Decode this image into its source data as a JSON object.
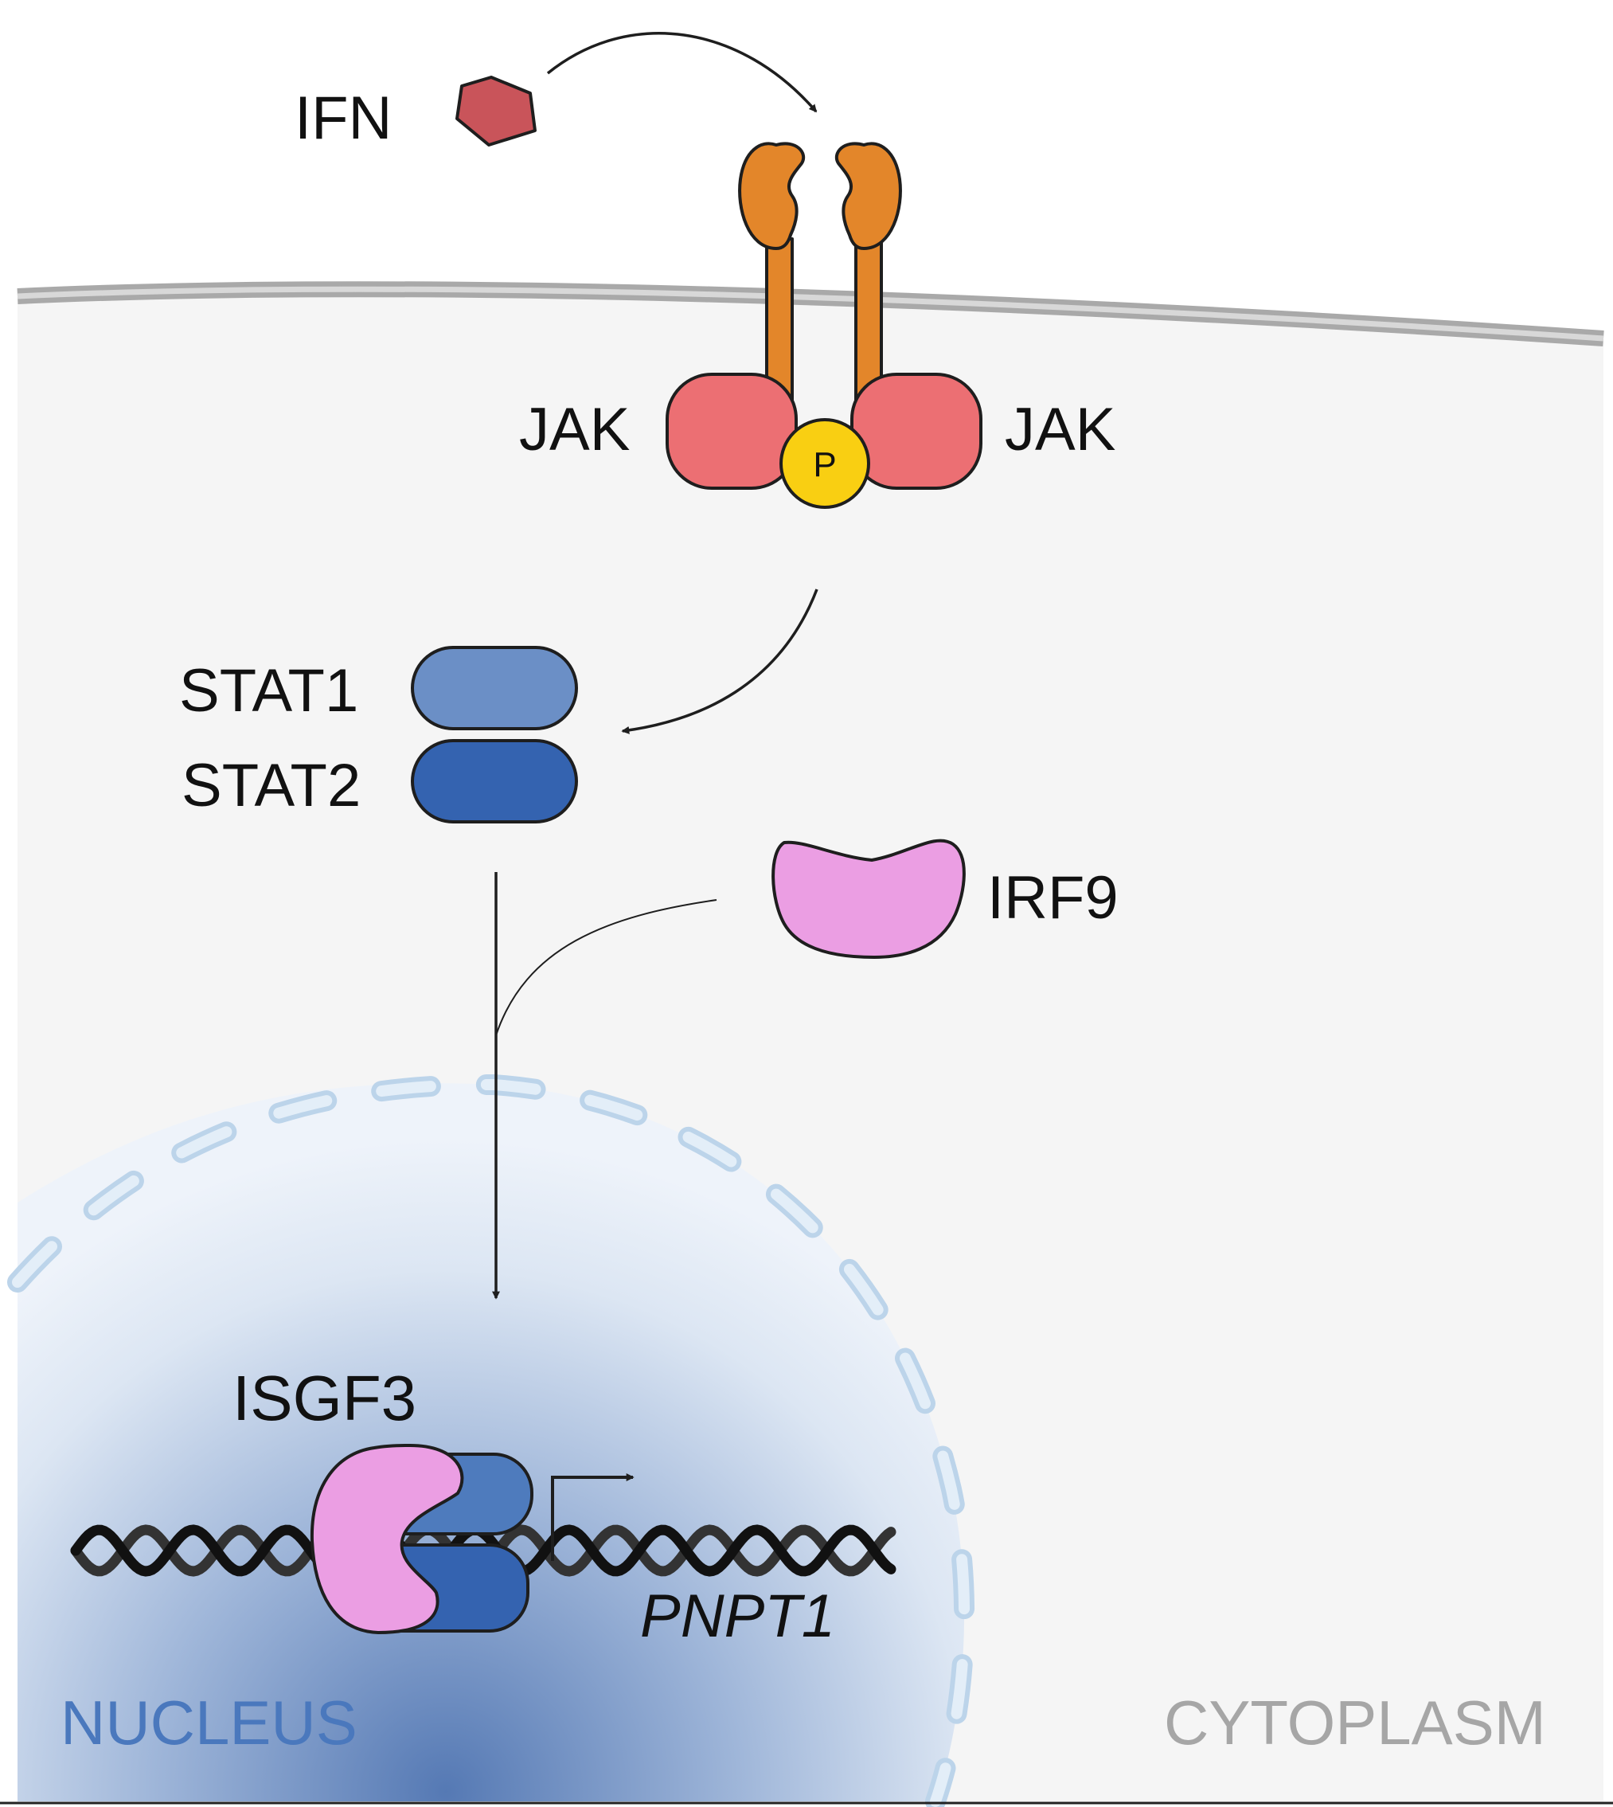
{
  "labels": {
    "ifn": "IFN",
    "jak_left": "JAK",
    "jak_right": "JAK",
    "phospho": "P",
    "stat1": "STAT1",
    "stat2": "STAT2",
    "irf9": "IRF9",
    "isgf3": "ISGF3",
    "gene": "PNPT1",
    "nucleus": "NUCLEUS",
    "cytoplasm": "CYTOPLASM"
  },
  "colors": {
    "ifn": "#c9545a",
    "receptor": "#e3862a",
    "jak": "#ec6f73",
    "phospho": "#f9cf12",
    "stat1": "#6b8fc6",
    "stat2": "#3463b0",
    "irf9": "#eb9ee3",
    "membrane": "#a9a9a9",
    "cytoplasm_bg": "#f5f5f5",
    "nucleus_label": "#4a78bd",
    "cytoplasm_label": "#a6a6a6",
    "nuclear_envelope": "#c9deef"
  }
}
